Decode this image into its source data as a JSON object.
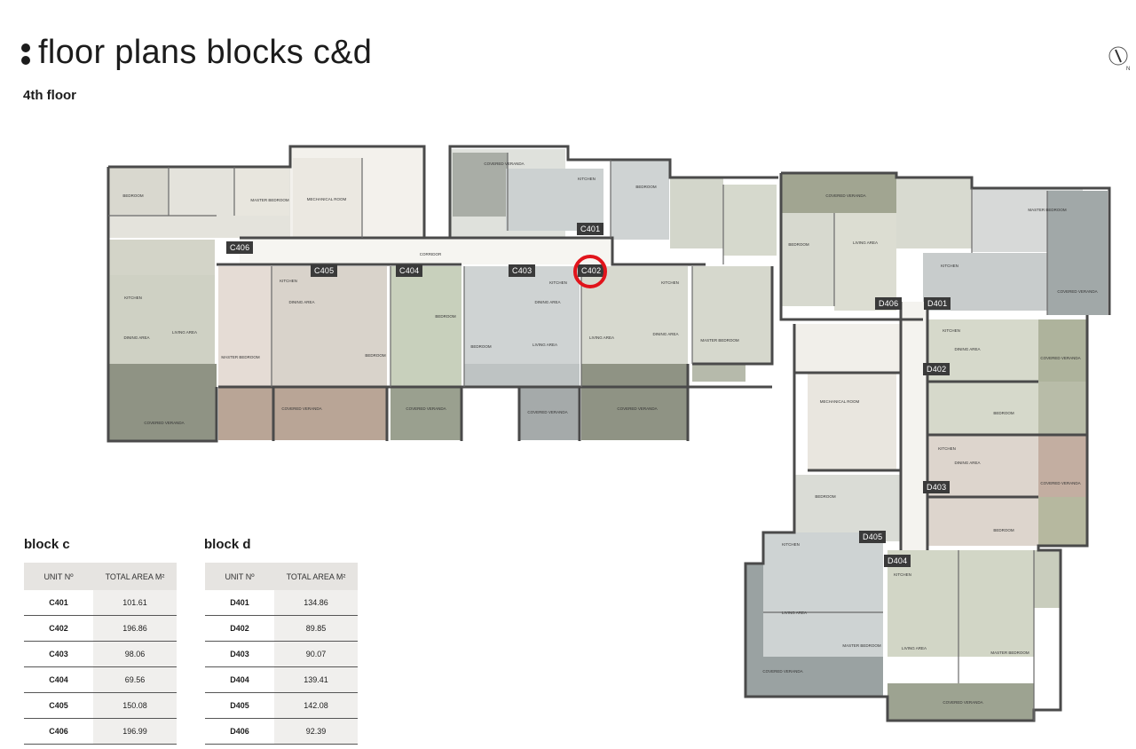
{
  "page": {
    "title": "floor plans blocks c&d",
    "subtitle": "4th floor"
  },
  "compass": {
    "icon": "north-arrow-icon",
    "label": "N"
  },
  "plan": {
    "corridor_label": "CORRIDOR",
    "unit_tags": [
      "C401",
      "C402",
      "C403",
      "C404",
      "C405",
      "C406",
      "D401",
      "D402",
      "D403",
      "D404",
      "D405",
      "D406"
    ],
    "room_labels": {
      "covered_veranda": "COVERED VERANDA",
      "living_area": "LIVING AREA",
      "dining_area": "DINING AREA",
      "kitchen": "KITCHEN",
      "bedroom": "BEDROOM",
      "master_bedroom": "MASTER BEDROOM",
      "mechanical_room": "MECHANICAL ROOM"
    },
    "selected_unit": "C402",
    "colors": {
      "wall": "#4a4a4a",
      "veranda_dark": "#8f9384",
      "veranda_brown": "#b9a596",
      "room_sage": "#d7d9cf",
      "room_grey": "#cfd3d3",
      "room_green": "#c9d0bf",
      "marker": "#e1141b"
    }
  },
  "block_c": {
    "title": "block c",
    "headers": [
      "UNIT Nº",
      "TOTAL AREA M²"
    ],
    "rows": [
      {
        "unit": "C401",
        "area": "101.61"
      },
      {
        "unit": "C402",
        "area": "196.86"
      },
      {
        "unit": "C403",
        "area": "98.06"
      },
      {
        "unit": "C404",
        "area": "69.56"
      },
      {
        "unit": "C405",
        "area": "150.08"
      },
      {
        "unit": "C406",
        "area": "196.99"
      }
    ]
  },
  "block_d": {
    "title": "block d",
    "headers": [
      "UNIT Nº",
      "TOTAL AREA M²"
    ],
    "rows": [
      {
        "unit": "D401",
        "area": "134.86"
      },
      {
        "unit": "D402",
        "area": "89.85"
      },
      {
        "unit": "D403",
        "area": "90.07"
      },
      {
        "unit": "D404",
        "area": "139.41"
      },
      {
        "unit": "D405",
        "area": "142.08"
      },
      {
        "unit": "D406",
        "area": "92.39"
      }
    ]
  }
}
